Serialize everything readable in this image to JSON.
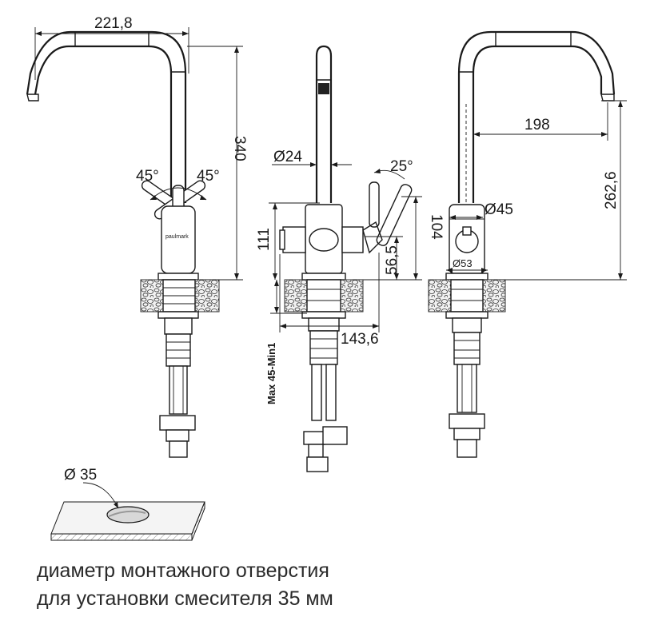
{
  "dimensions": {
    "width_221": "221,8",
    "height_340": "340",
    "angle_left": "45°",
    "angle_right": "45°",
    "diam_24": "Ø24",
    "angle_25": "25°",
    "height_111": "111",
    "height_104": "104",
    "height_56": "56,5",
    "reach_143": "143,6",
    "mount_range": "Max 45-Min1",
    "reach_198": "198",
    "height_262": "262,6",
    "diam_45": "Ø45",
    "diam_53": "Ø53",
    "hole_diam": "Ø 35"
  },
  "brand_mark": "paulmark",
  "caption": {
    "line1": "диаметр монтажного отверстия",
    "line2": "для установки смесителя 35 мм"
  },
  "colors": {
    "line": "#1a1a1a",
    "countertop": "#f0f0f0"
  }
}
